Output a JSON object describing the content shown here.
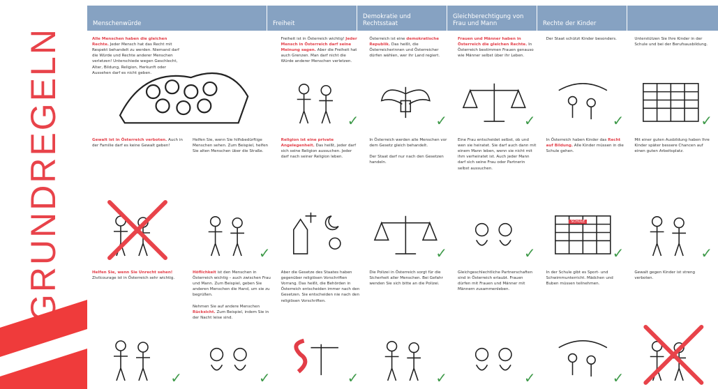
{
  "title": "GRUNDREGELN",
  "colors": {
    "accent": "#e8434a",
    "header": "#86a2c2",
    "check": "#3f9a4a"
  },
  "headers": [
    "Menschenwürde",
    "Freiheit",
    "Demokratie und Rechtsstaat",
    "Gleichberechtigung von Frau und Mann",
    "Rechte der Kinder",
    ""
  ],
  "school_sign": "SCHULE",
  "cells": [
    {
      "segments": [
        {
          "t": "Alle Menschen haben die gleichen Rechte.",
          "hl": true
        },
        {
          "t": " Jeder Mensch hat das Recht mit Respekt behandelt zu werden. Niemand darf die Würde und Rechte anderer Menschen verletzen! Unterschiede wegen Geschlecht, Alter, Bildung, Religion, Herkunft oder Aussehen darf es nicht geben.",
          "hl": false
        }
      ],
      "mark": "none",
      "ill": "crowd",
      "wide": true
    },
    {
      "segments": [],
      "mark": "none",
      "ill": "none"
    },
    {
      "segments": [
        {
          "t": "Freiheit ist in Österreich wichtig! ",
          "hl": false
        },
        {
          "t": "Jeder Mensch in Österreich darf seine Meinung sagen.",
          "hl": true
        },
        {
          "t": " Aber die Freiheit hat auch Grenzen. Man darf nicht die Würde anderer Menschen verletzen.",
          "hl": false
        }
      ],
      "mark": "check",
      "ill": "people"
    },
    {
      "segments": [
        {
          "t": "Österreich ist eine ",
          "hl": false
        },
        {
          "t": "demokratische Republik.",
          "hl": true
        },
        {
          "t": " Das heißt, die Österreicherinnen und Österreicher dürfen wählen, wer ihr Land regiert.",
          "hl": false
        }
      ],
      "mark": "check",
      "ill": "eagle"
    },
    {
      "segments": [
        {
          "t": "Frauen und Männer haben in Österreich die gleichen Rechte.",
          "hl": true
        },
        {
          "t": " In Österreich bestimmen Frauen genauso wie Männer selbst über ihr Leben.",
          "hl": false
        }
      ],
      "mark": "check",
      "ill": "scale"
    },
    {
      "segments": [
        {
          "t": "Der Staat schützt Kinder besonders.",
          "hl": false
        }
      ],
      "mark": "check",
      "ill": "children"
    },
    {
      "segments": [
        {
          "t": "Unterstützen Sie Ihre Kinder in der Schule und bei der Berufsausbildung.",
          "hl": false
        }
      ],
      "mark": "check",
      "ill": "school"
    },
    {
      "segments": [
        {
          "t": "Gewalt ist in Österreich verboten.",
          "hl": true
        },
        {
          "t": " Auch in der Familie darf es keine Gewalt geben!",
          "hl": false
        }
      ],
      "mark": "cross",
      "ill": "people"
    },
    {
      "segments": [
        {
          "t": "Helfen Sie, wenn Sie hilfsbedürftige Menschen sehen. Zum Beispiel, helfen Sie alten Menschen über die Straße.",
          "hl": false
        }
      ],
      "mark": "check",
      "ill": "people"
    },
    {
      "segments": [
        {
          "t": "Religion ist eine private Angelegenheit.",
          "hl": true
        },
        {
          "t": " Das heißt, jeder darf sich seine Religion aussuchen. Jeder darf nach seiner Religion leben.",
          "hl": false
        }
      ],
      "mark": "none",
      "ill": "religion"
    },
    {
      "segments": [
        {
          "t": "In Österreich werden alle Menschen vor dem Gesetz gleich behandelt.\n\nDer Staat darf nur nach den Gesetzen handeln.",
          "hl": false
        }
      ],
      "mark": "check",
      "ill": "scale"
    },
    {
      "segments": [
        {
          "t": "Eine Frau entscheidet selbst, ob und wen sie heiratet. Sie darf auch dann mit einem Mann leben, wenn sie nicht mit ihm verheiratet ist. Auch jeder Mann darf sich seine Frau oder Partnerin selbst aussuchen.",
          "hl": false
        }
      ],
      "mark": "check",
      "ill": "couple"
    },
    {
      "segments": [
        {
          "t": "In Österreich haben Kinder das ",
          "hl": false
        },
        {
          "t": "Recht auf Bildung.",
          "hl": true
        },
        {
          "t": " Alle Kinder müssen in die Schule gehen.",
          "hl": false
        }
      ],
      "mark": "check",
      "ill": "school"
    },
    {
      "segments": [
        {
          "t": "Mit einer guten Ausbildung haben Ihre Kinder später bessere Chancen auf einen guten Arbeitsplatz.",
          "hl": false
        }
      ],
      "mark": "check",
      "ill": "people"
    },
    {
      "segments": [
        {
          "t": "Helfen Sie, wenn Sie Unrecht sehen!",
          "hl": true
        },
        {
          "t": " Zivilcourage ist in Österreich sehr wichtig.",
          "hl": false
        }
      ],
      "mark": "check",
      "ill": "people"
    },
    {
      "segments": [
        {
          "t": "Höflichkeit",
          "hl": true
        },
        {
          "t": " ist den Menschen in Österreich wichtig – auch zwischen Frau und Mann. Zum Beispiel, geben Sie anderen Menschen die Hand, um sie zu begrüßen.\n\nNehmen Sie auf andere Menschen ",
          "hl": false
        },
        {
          "t": "Rücksicht.",
          "hl": true
        },
        {
          "t": " Zum Beispiel, indem Sie in der Nacht leise sind.",
          "hl": false
        }
      ],
      "mark": "check",
      "ill": "couple"
    },
    {
      "segments": [
        {
          "t": "Aber die Gesetze des Staates haben gegenüber religiösen Vorschriften Vorrang. Das heißt, die Behörden in Österreich entscheiden immer nach den Gesetzen. Sie entscheiden nie nach den religiösen Vorschriften.",
          "hl": false
        }
      ],
      "mark": "check",
      "ill": "paragraph"
    },
    {
      "segments": [
        {
          "t": "Die Polizei in Österreich sorgt für die Sicherheit aller Menschen. Bei Gefahr wenden Sie sich bitte an die Polizei.",
          "hl": false
        }
      ],
      "mark": "check",
      "ill": "people"
    },
    {
      "segments": [
        {
          "t": "Gleichgeschlechtliche Partnerschaften sind in Österreich erlaubt. Frauen dürfen mit Frauen und Männer mit Männern zusammenleben.",
          "hl": false
        }
      ],
      "mark": "check",
      "ill": "couple"
    },
    {
      "segments": [
        {
          "t": "In der Schule gibt es Sport- und Schwimmunterricht. Mädchen und Buben müssen teilnehmen.",
          "hl": false
        }
      ],
      "mark": "check",
      "ill": "children"
    },
    {
      "segments": [
        {
          "t": "Gewalt gegen Kinder ist streng verboten.",
          "hl": false
        }
      ],
      "mark": "cross",
      "ill": "people"
    }
  ]
}
